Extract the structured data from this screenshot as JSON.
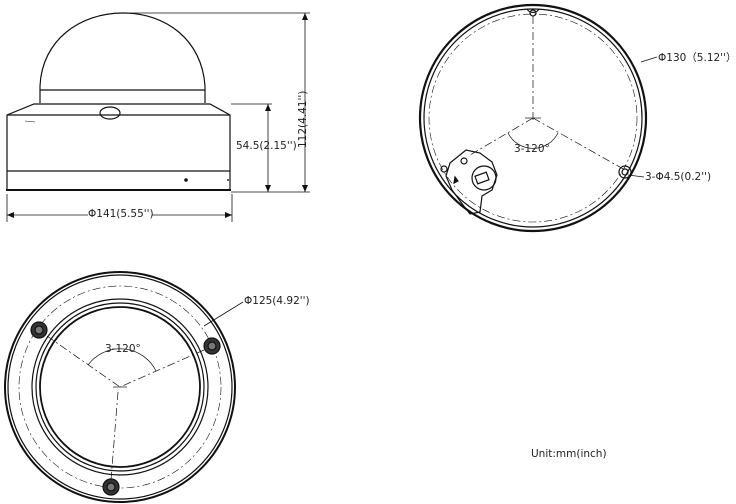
{
  "side_view": {
    "width_label": "Φ141(5.55'')",
    "base_height_label": "54.5(2.15'')",
    "total_height_label": "112(4.41'')"
  },
  "mount_plate_view": {
    "diameter_label": "Φ130（5.12''）",
    "angle_label": "3-120°",
    "hole_label": "3-Φ4.5(0.2'')"
  },
  "bottom_view": {
    "diameter_label": "Φ125(4.92'')",
    "angle_label": "3-120°"
  },
  "unit_label": "Unit:mm(inch)"
}
